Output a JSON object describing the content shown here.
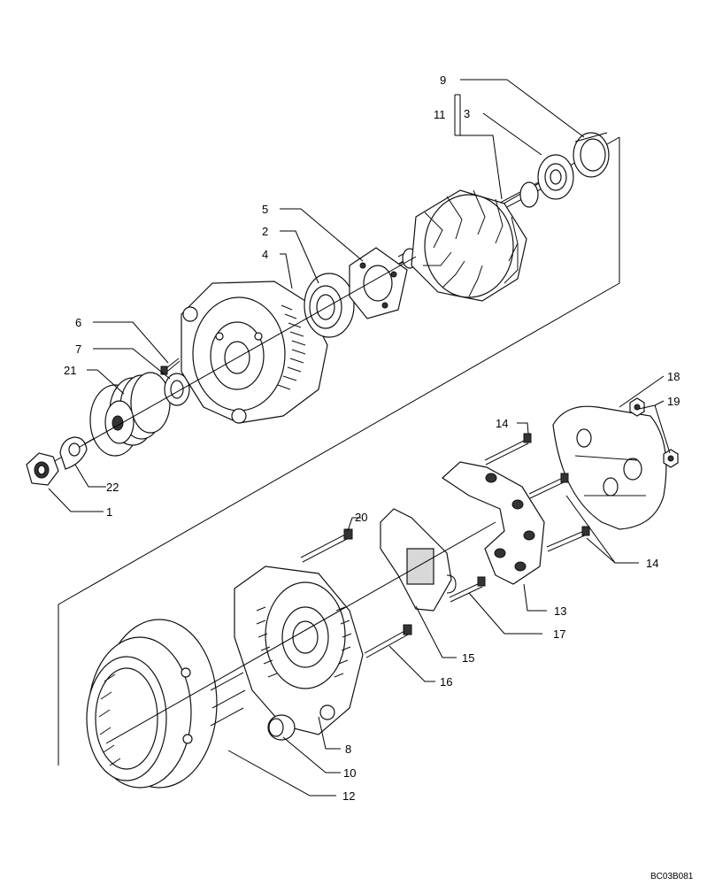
{
  "diagram": {
    "code": "BC03B081",
    "callouts": {
      "c1": "1",
      "c2": "2",
      "c3": "3",
      "c4": "4",
      "c5": "5",
      "c6": "6",
      "c7": "7",
      "c8": "8",
      "c9": "9",
      "c10": "10",
      "c11": "11",
      "c12": "12",
      "c13": "13",
      "c14a": "14",
      "c14b": "14",
      "c15": "15",
      "c16": "16",
      "c17": "17",
      "c18": "18",
      "c19": "19",
      "c20": "20",
      "c21": "21",
      "c22": "22"
    }
  }
}
